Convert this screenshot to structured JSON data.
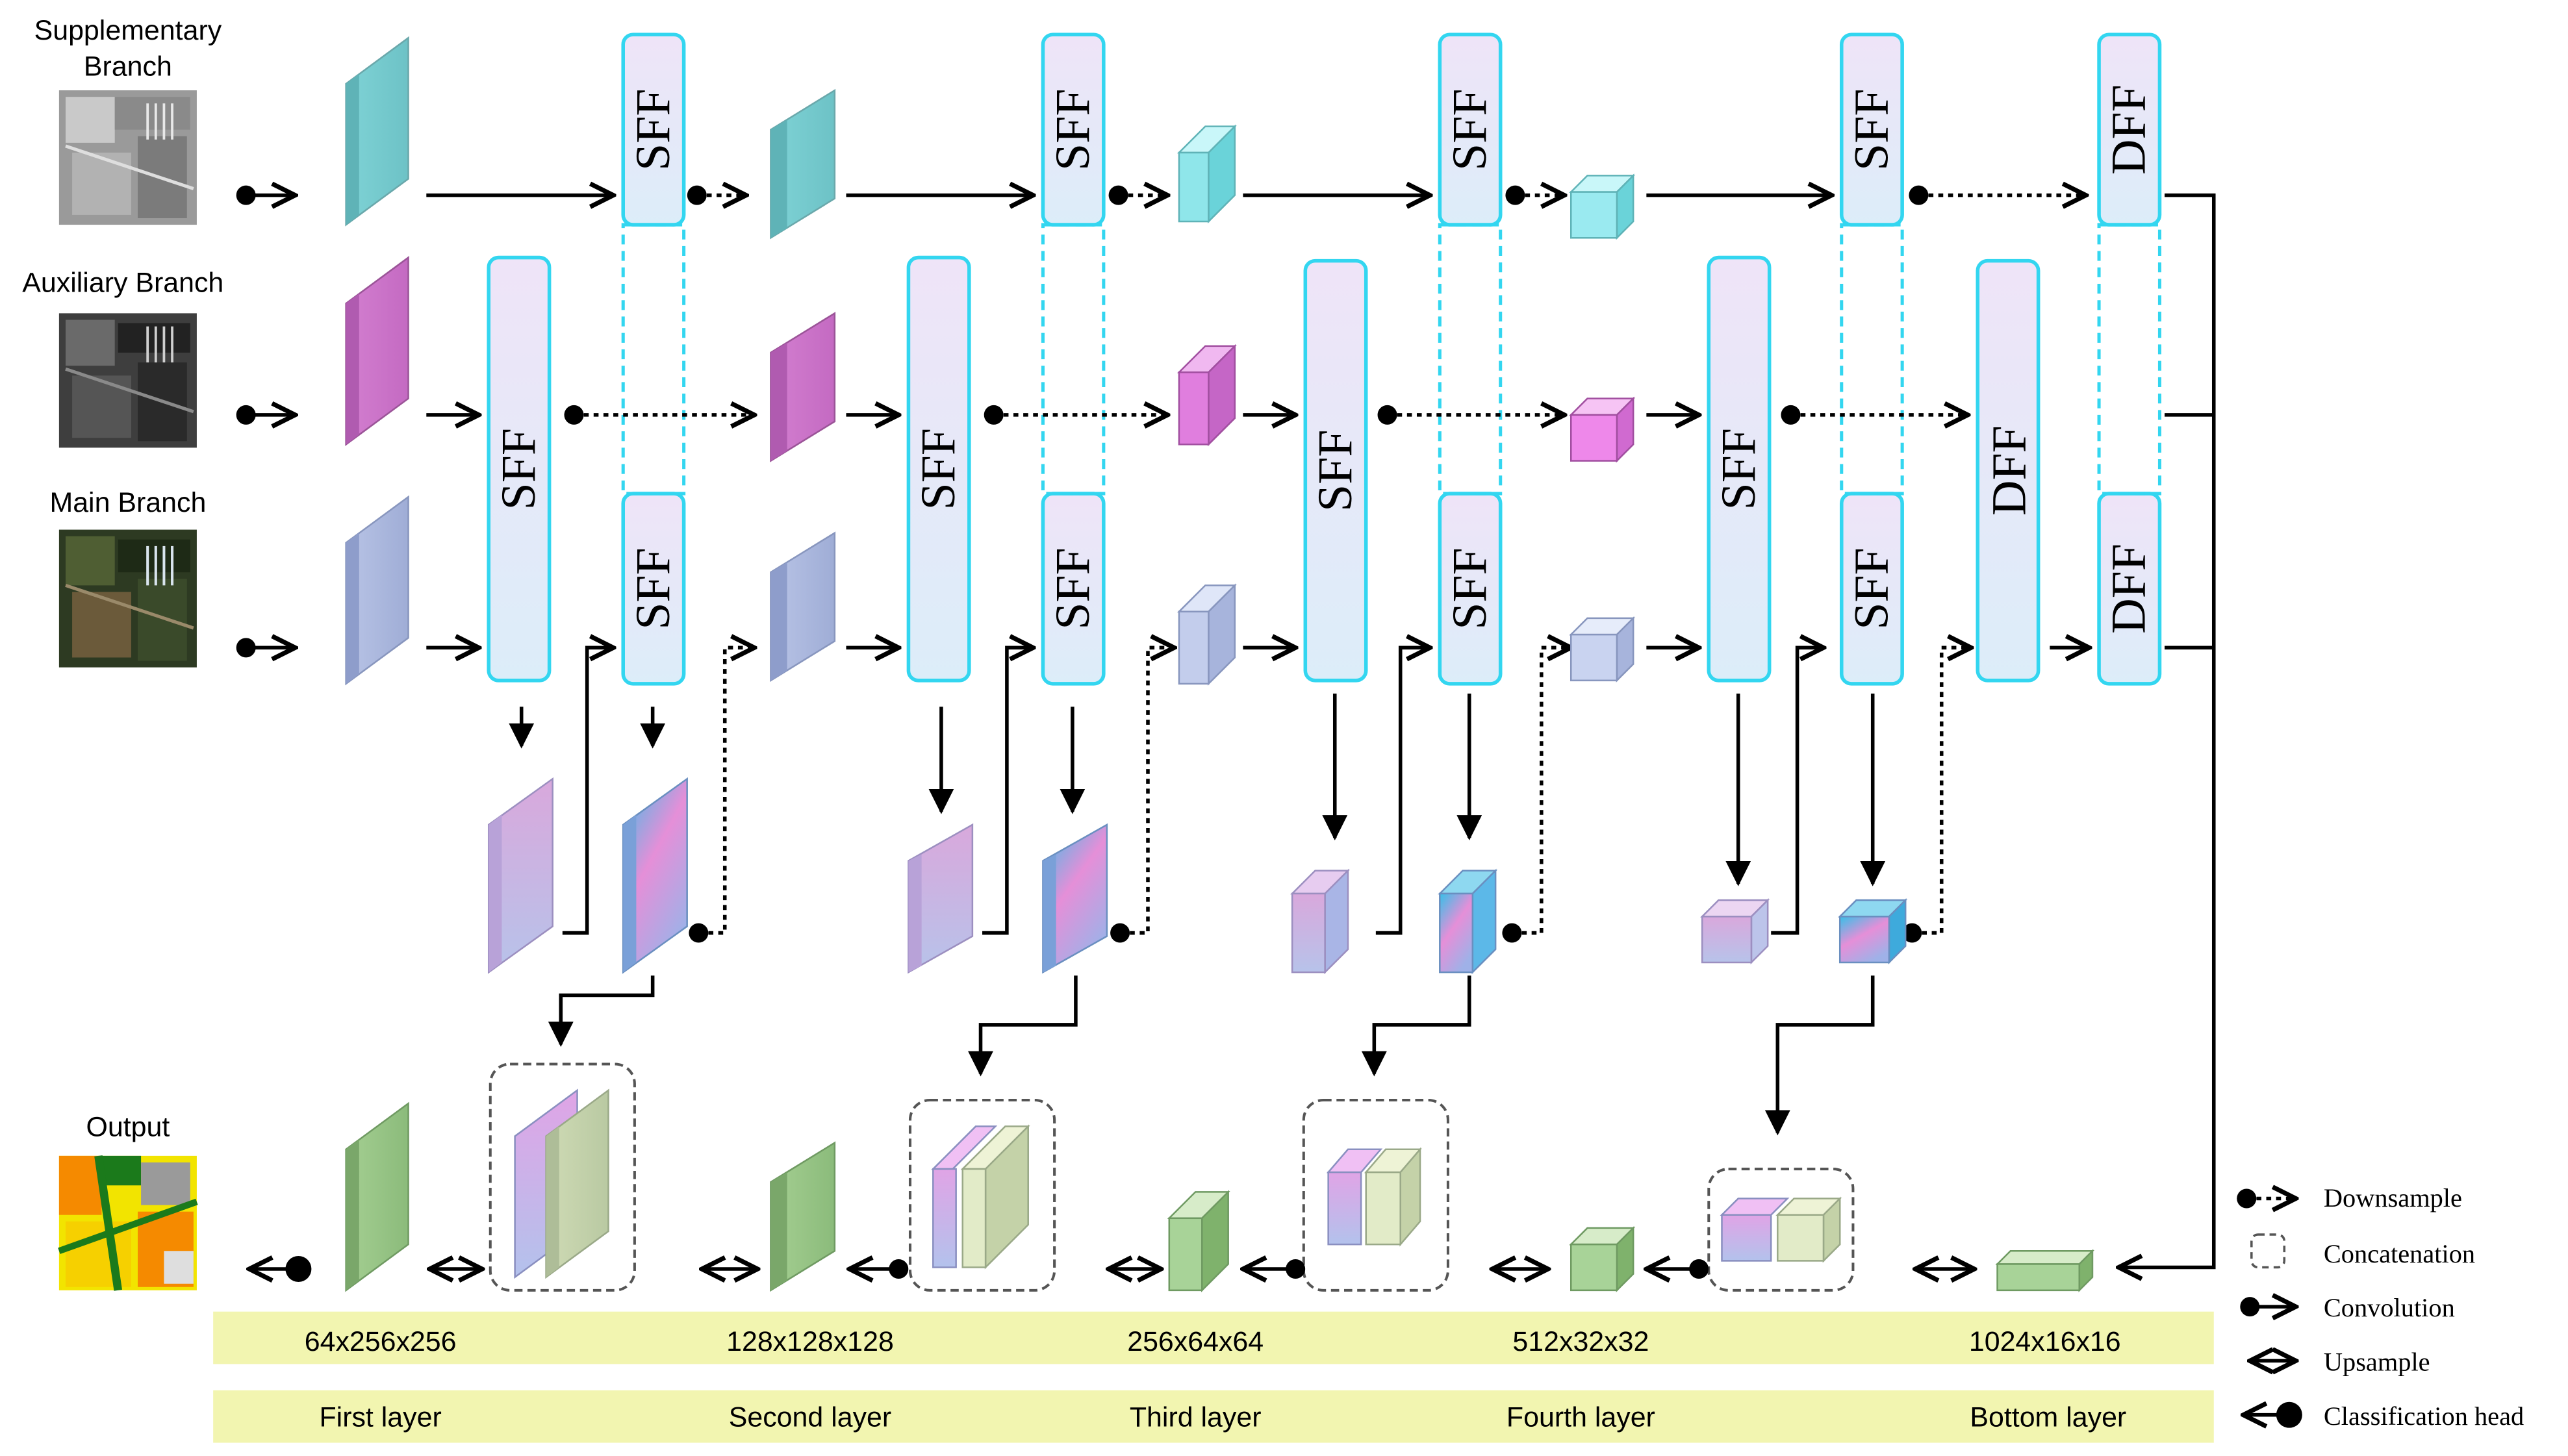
{
  "branches": {
    "supplementary": "Supplementary Branch",
    "auxiliary": "Auxiliary Branch",
    "main": "Main Branch",
    "output": "Output"
  },
  "modules": {
    "sff": "SFF",
    "dff": "DFF"
  },
  "dims": [
    "64x256x256",
    "128x128x128",
    "256x64x64",
    "512x32x32",
    "1024x16x16"
  ],
  "layers": [
    "First layer",
    "Second layer",
    "Third layer",
    "Fourth layer",
    "Bottom layer"
  ],
  "legend": {
    "downsample": "Downsample",
    "concatenation": "Concatenation",
    "convolution": "Convolution",
    "upsample": "Upsample",
    "classification_head": "Classification head"
  },
  "colors": {
    "module_stroke": "#33d6f0",
    "module_fill": "#ece6f8",
    "band_fill": "#f2f5b0",
    "supplementary": "#7ecdd0",
    "auxiliary": "#c875c6",
    "main": "#a9b6dc",
    "output": "#9cc48a"
  }
}
